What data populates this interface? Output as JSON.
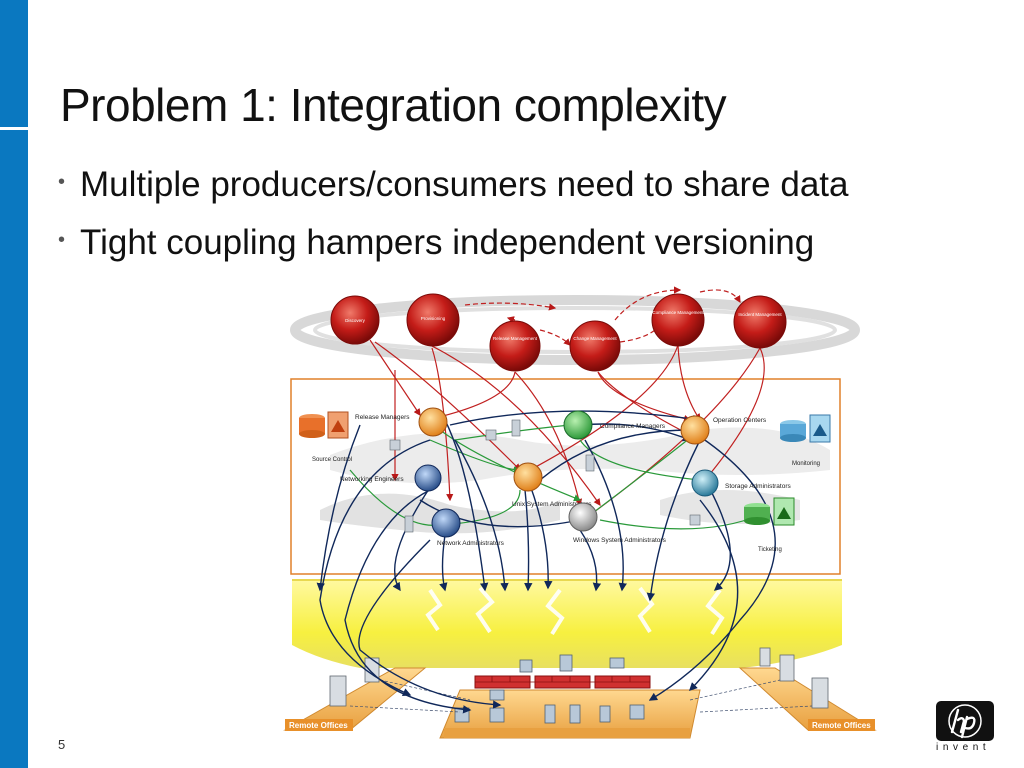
{
  "slide": {
    "title": "Problem 1: Integration complexity",
    "bullets": [
      "Multiple producers/consumers need to share data",
      "Tight coupling hampers independent versioning"
    ],
    "page_number": "5",
    "logo_text": "invent",
    "accent_color": "#0a78c0"
  },
  "diagram": {
    "processes": [
      {
        "label": "Discovery"
      },
      {
        "label": "Provisioning"
      },
      {
        "label": "Release Management"
      },
      {
        "label": "Change Management"
      },
      {
        "label": "Compliance Management"
      },
      {
        "label": "Incident Management"
      }
    ],
    "roles": {
      "release_managers": "Release Managers",
      "compliance_managers": "Compliance Managers",
      "operation_centers": "Operation Centers",
      "networking_engineers": "Networking Engineers",
      "unix_admins": "Unix System Administrators",
      "storage_admins": "Storage Administrators",
      "network_admins": "Network Administrators",
      "windows_admins": "Windows System Administrators"
    },
    "systems": {
      "source_control": "Source Control",
      "monitoring": "Monitoring",
      "ticketing": "Ticketing"
    },
    "remote_offices": [
      "Remote Offices",
      "Remote Offices"
    ]
  }
}
